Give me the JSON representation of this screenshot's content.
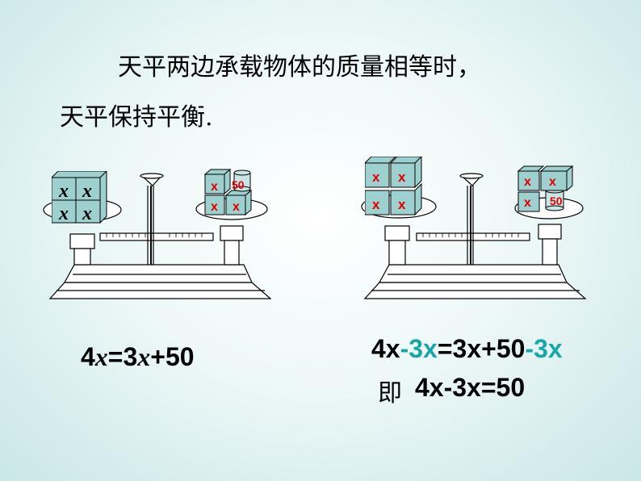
{
  "heading": {
    "line1": "天平两边承载物体的质量相等时，",
    "line2": "天平保持平衡."
  },
  "left_scale": {
    "left_pan": {
      "cube_label": "x",
      "cube_count": 4
    },
    "right_pan": {
      "cube_label": "x",
      "cube_count": 3,
      "weight_label": "50"
    }
  },
  "right_scale": {
    "left_pan": {
      "cube_label": "x",
      "cube_count": 4
    },
    "right_pan": {
      "cube_label": "x",
      "cube_count": 3,
      "weight_label": "50"
    }
  },
  "equations": {
    "left": {
      "a": "4",
      "x1": "x",
      "eq": "=3",
      "x2": "x",
      "rest": "+50"
    },
    "right1": {
      "a": "4x",
      "b": "-3x",
      "c": "=3x+50",
      "d": "-3x"
    },
    "right2_prefix": "即",
    "right2": "4x-3x=50"
  },
  "colors": {
    "cube": "#9fd0d0",
    "weight": "#c9e6e6",
    "highlight": "#1aa6a6",
    "label_red": "#e00000"
  }
}
